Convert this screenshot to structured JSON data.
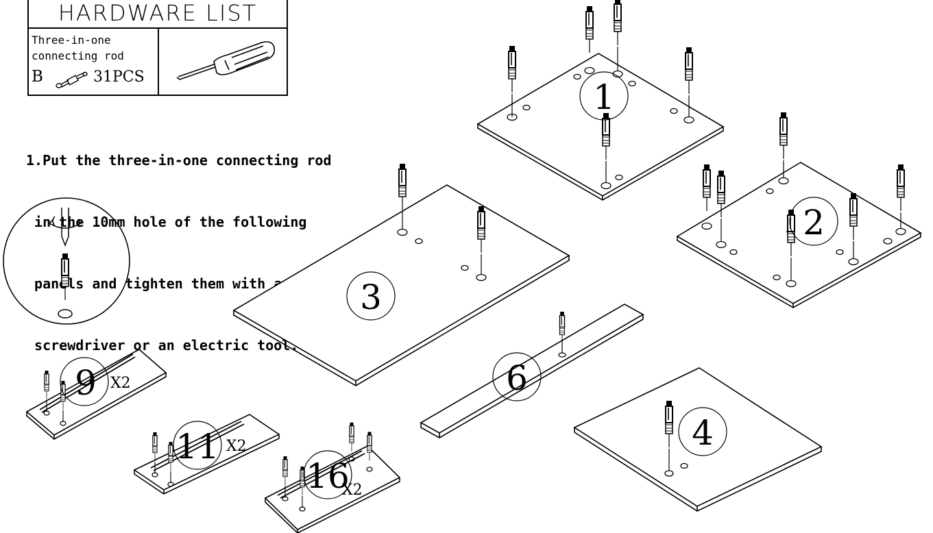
{
  "hardware_list": {
    "title": "HARDWARE LIST",
    "item_line1": "Three-in-one",
    "item_line2": "connecting rod",
    "item_letter": "B",
    "item_qty": "31PCS",
    "icons": [
      "connecting-rod-icon",
      "screwdriver-icon"
    ]
  },
  "instruction": {
    "line1": "1.Put the three-in-one connecting rod",
    "line2": " in the 10mm hole of the following",
    "line3": " panels and tighten them with a cross",
    "line4": " screwdriver or an electric tool."
  },
  "panels": [
    {
      "number": "1",
      "multiplier": ""
    },
    {
      "number": "2",
      "multiplier": ""
    },
    {
      "number": "3",
      "multiplier": ""
    },
    {
      "number": "4",
      "multiplier": ""
    },
    {
      "number": "6",
      "multiplier": ""
    },
    {
      "number": "9",
      "multiplier": "X2"
    },
    {
      "number": "11",
      "multiplier": "X2"
    },
    {
      "number": "16",
      "multiplier": "X2"
    }
  ],
  "colors": {
    "line": "#000000",
    "background": "#ffffff"
  }
}
